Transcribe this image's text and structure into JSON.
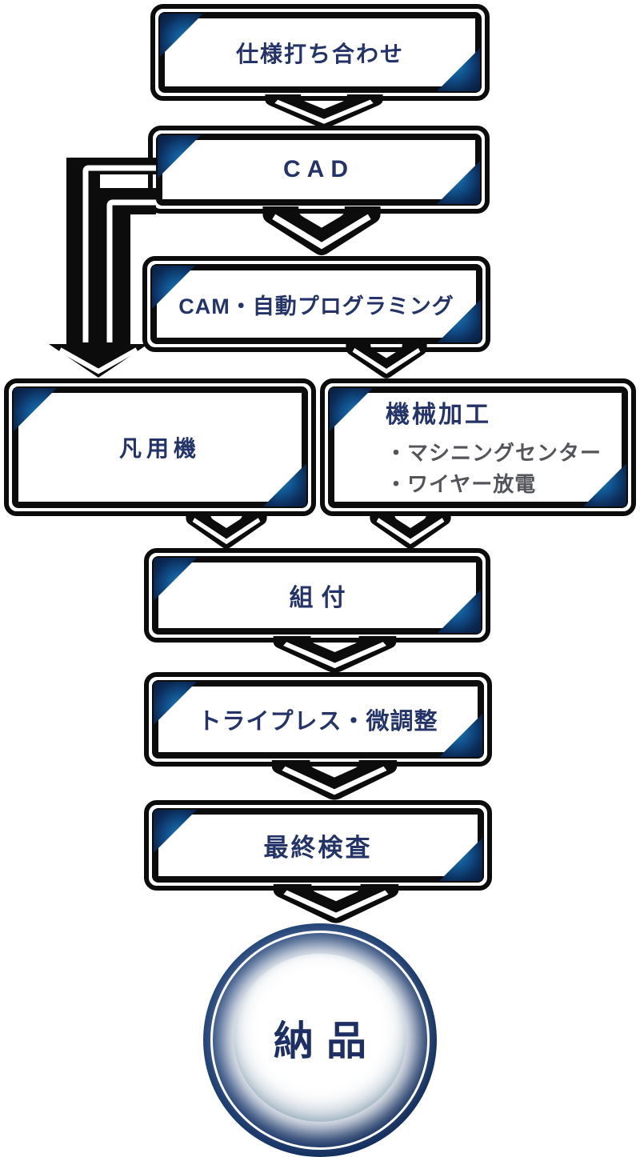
{
  "flow": {
    "steps": [
      {
        "label": "仕様打ち合わせ"
      },
      {
        "label": "CAD"
      },
      {
        "label": "CAM・自動プログラミング"
      },
      {
        "label": "凡用機"
      },
      {
        "title": "機械加工",
        "bullets": [
          "・マシニングセンター",
          "・ワイヤー放電"
        ]
      },
      {
        "label": "組付"
      },
      {
        "label": "トライプレス・微調整"
      },
      {
        "label": "最終検査"
      }
    ],
    "terminal": {
      "label": "納品"
    }
  },
  "colors": {
    "border_black": "#0c0c0c",
    "text_navy": "#243468",
    "bullet_gray": "#54555a",
    "corner_blue_bright": "#1b80b8",
    "corner_blue_dark": "#081c3c",
    "ring_navy": "#1a3a6e"
  }
}
